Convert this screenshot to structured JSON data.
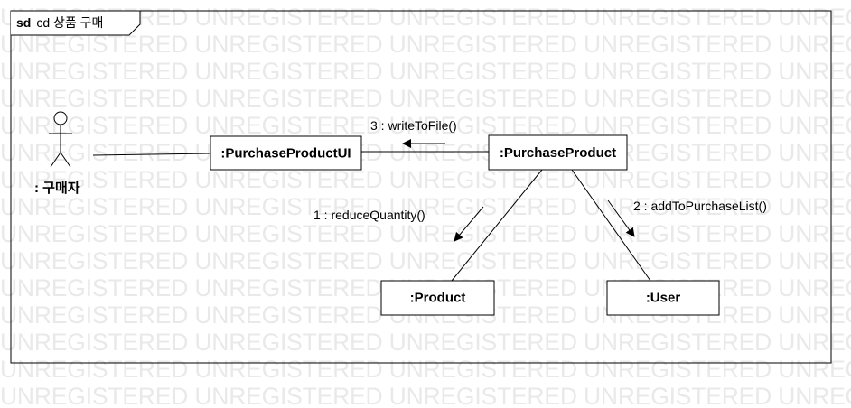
{
  "frame": {
    "keyword": "sd",
    "title": "cd 상품 구매"
  },
  "watermark_text": "UNREGISTERED UNREGISTERED UNREGISTERED UNREGISTERED UNREGISTE",
  "actor": {
    "label": ": 구매자"
  },
  "objects": {
    "ui": ":PurchaseProductUI",
    "purchase": ":PurchaseProduct",
    "product": ":Product",
    "user": ":User"
  },
  "messages": [
    {
      "number": 1,
      "label": "1 : reduceQuantity()"
    },
    {
      "number": 2,
      "label": "2 : addToPurchaseList()"
    },
    {
      "number": 3,
      "label": "3 : writeToFile()"
    }
  ],
  "colors": {
    "line": "#000000",
    "watermark": "#e9e9e9",
    "background": "#ffffff"
  }
}
